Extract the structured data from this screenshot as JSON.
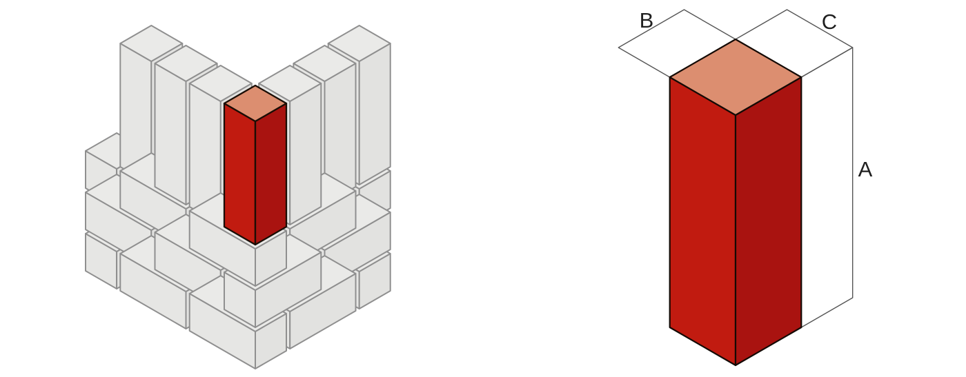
{
  "page": {
    "background_color": "#FFFFFF"
  },
  "wall_figure": {
    "highlight_brick_colors": {
      "top": "#DC8E70",
      "left": "#C11B10",
      "right": "#A91310",
      "outline": "#1A0D05"
    },
    "masonry_colors": {
      "top": "#EAEAE8",
      "left": "#E6E6E4",
      "right": "#E2E2E0",
      "outline": "#8F8F8F"
    }
  },
  "dimension_figure": {
    "brick_colors": {
      "top": "#DC8E70",
      "left": "#C11B10",
      "right": "#A91310",
      "outline": "#140A05"
    },
    "wireframe_color": "#555555",
    "label_color": "#1F1F1F",
    "labels": {
      "height": "A",
      "width": "B",
      "depth": "C"
    }
  }
}
